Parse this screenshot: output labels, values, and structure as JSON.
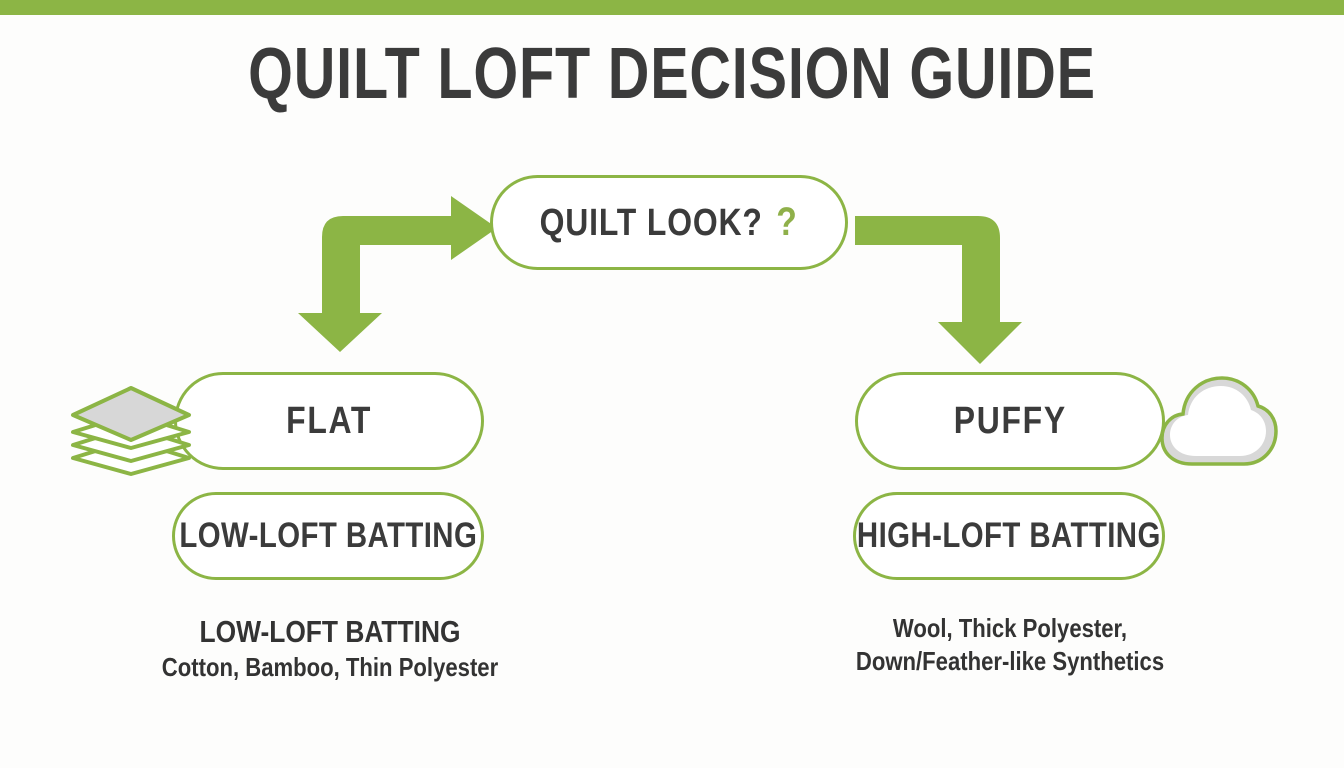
{
  "page": {
    "title": "QUILT LOFT DECISION GUIDE",
    "accent_color": "#8cb545",
    "text_color": "#3b3b3b",
    "background_color": "#fdfdfc"
  },
  "decision": {
    "label": "QUILT LOOK?",
    "question_glyph": "?",
    "question_color": "#8fb04a"
  },
  "branches": {
    "left": {
      "option_label": "FLAT",
      "result_label": "LOW-LOFT BATTING",
      "icon": "stack-icon",
      "caption_head": "LOW-LOFT BATTING",
      "caption_lines": [
        "Cotton, Bamboo, Thin Polyester"
      ]
    },
    "right": {
      "option_label": "PUFFY",
      "result_label": "HIGH-LOFT BATTING",
      "icon": "cloud-icon",
      "caption_head": "",
      "caption_lines": [
        "Wool, Thick Polyester,",
        "Down/Feather-like Synthetics"
      ]
    }
  },
  "connectors": {
    "left_arrow_name": "elbow-arrow-left",
    "right_arrow_name": "elbow-arrow-right"
  }
}
